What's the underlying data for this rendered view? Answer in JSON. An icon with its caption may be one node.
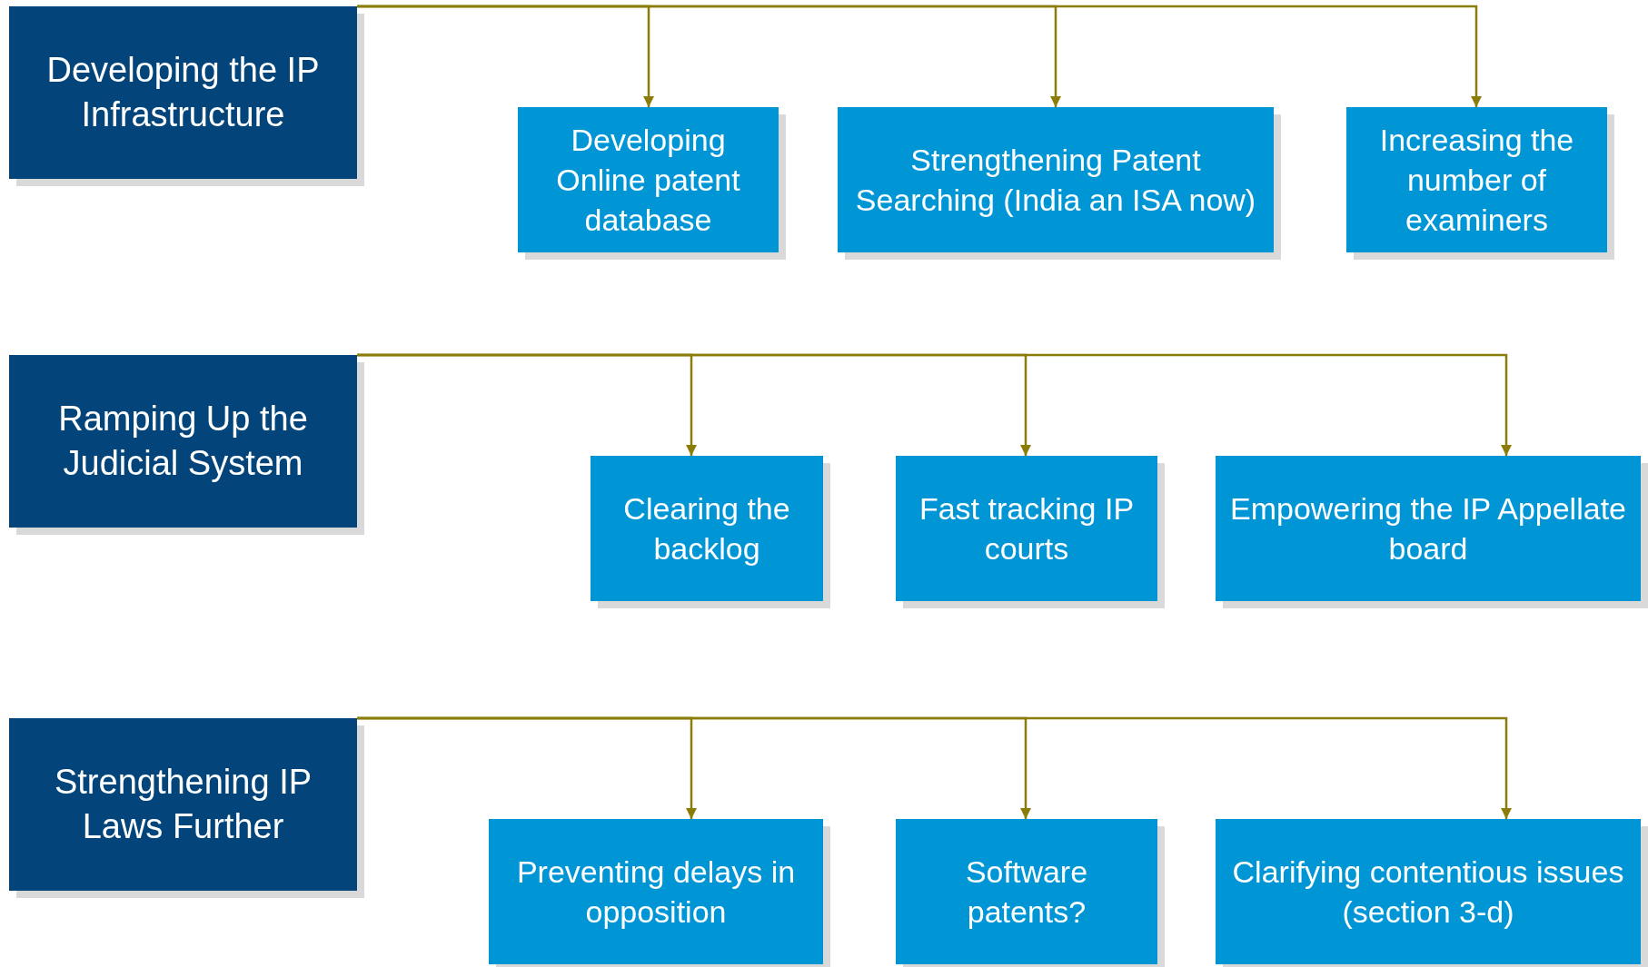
{
  "diagram": {
    "nodes": [
      {
        "text": [
          "Developing the IP Infrastructure"
        ]
      },
      {
        "text": [
          "Developing Online patent database"
        ]
      },
      {
        "text": [
          "Strengthening Patent Searching (India an ISA now)"
        ]
      },
      {
        "text": [
          "Increasing the number of examiners"
        ]
      },
      {
        "text": [
          "Ramping Up the Judicial System"
        ]
      },
      {
        "text": [
          "Clearing the backlog"
        ]
      },
      {
        "text": [
          "Fast tracking IP courts"
        ]
      },
      {
        "text": [
          "Empowering the IP Appellate board"
        ]
      },
      {
        "text": [
          "Strengthening IP Laws Further"
        ]
      },
      {
        "text": [
          "Preventing delays in opposition"
        ]
      },
      {
        "text": [
          "Software patents?"
        ]
      },
      {
        "text": [
          "Clarifying contentious issues (section 3-d)"
        ]
      }
    ],
    "edges": [
      {
        "from": 0,
        "to": 1,
        "arrow": "to"
      },
      {
        "from": 0,
        "to": 2,
        "arrow": "to"
      },
      {
        "from": 0,
        "to": 3,
        "arrow": "to"
      },
      {
        "from": 4,
        "to": 5,
        "arrow": "to"
      },
      {
        "from": 4,
        "to": 6,
        "arrow": "to"
      },
      {
        "from": 4,
        "to": 7,
        "arrow": "to"
      },
      {
        "from": 8,
        "to": 9,
        "arrow": "to"
      },
      {
        "from": 8,
        "to": 10,
        "arrow": "to"
      },
      {
        "from": 8,
        "to": 11,
        "arrow": "to"
      }
    ]
  }
}
